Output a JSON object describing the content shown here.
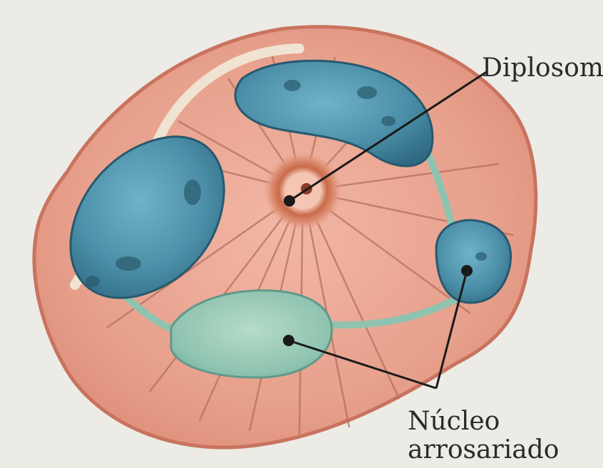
{
  "labels": {
    "diplosoma": "Diplosom",
    "nucleo_line1": "Núcleo",
    "nucleo_line2": "arrosariado"
  },
  "colors": {
    "background": "#ecebe6",
    "cytoplasm": "#e7a08c",
    "cell_border": "#c9735e",
    "nucleus_lobe": "#4c8fa8",
    "nucleus_pale_lobe": "#8fc3b0",
    "centrosome_ring": "#c86a4a",
    "leader_line": "#1a1a1a"
  }
}
